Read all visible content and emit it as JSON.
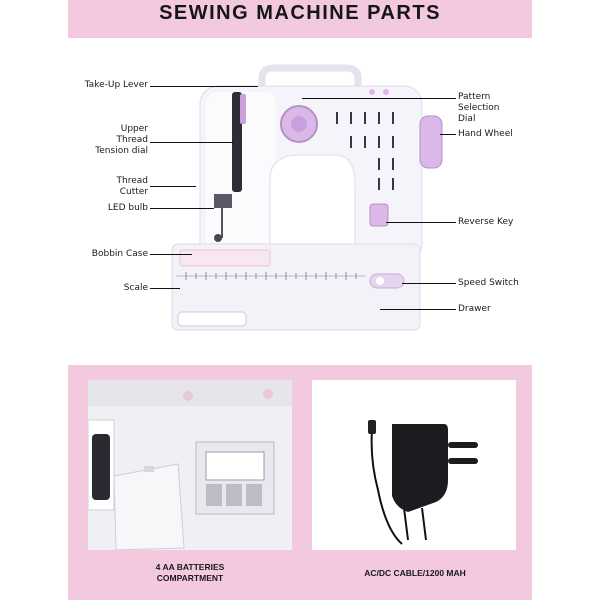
{
  "title": "SEWING MACHINE PARTS",
  "labels_left": {
    "take_up_lever": "Take-Up Lever",
    "upper_thread_tension_dial": [
      "Upper",
      "Thread",
      "Tension dial"
    ],
    "thread_cutter": [
      "Thread",
      "Cutter"
    ],
    "led_bulb": "LED bulb",
    "bobbin_case": "Bobbin Case",
    "scale": "Scale"
  },
  "labels_right": {
    "pattern_selection_dial": [
      "Pattern",
      "Selection",
      "Dial"
    ],
    "hand_wheel": "Hand Wheel",
    "reverse_key": "Reverse Key",
    "speed_switch": "Speed Switch",
    "drawer": "Drawer"
  },
  "captions": {
    "batteries": [
      "4 AA BATTERIES",
      "COMPARTMENT"
    ],
    "cable": "AC/DC CABLE/1200 MAH"
  },
  "colors": {
    "accent_pink": "#f2c9de",
    "machine_lilac": "#dab8e8",
    "machine_white": "#f5f4fa"
  },
  "icons": {
    "machine": "sewing-machine-illustration",
    "adapter": "power-adapter-illustration"
  }
}
